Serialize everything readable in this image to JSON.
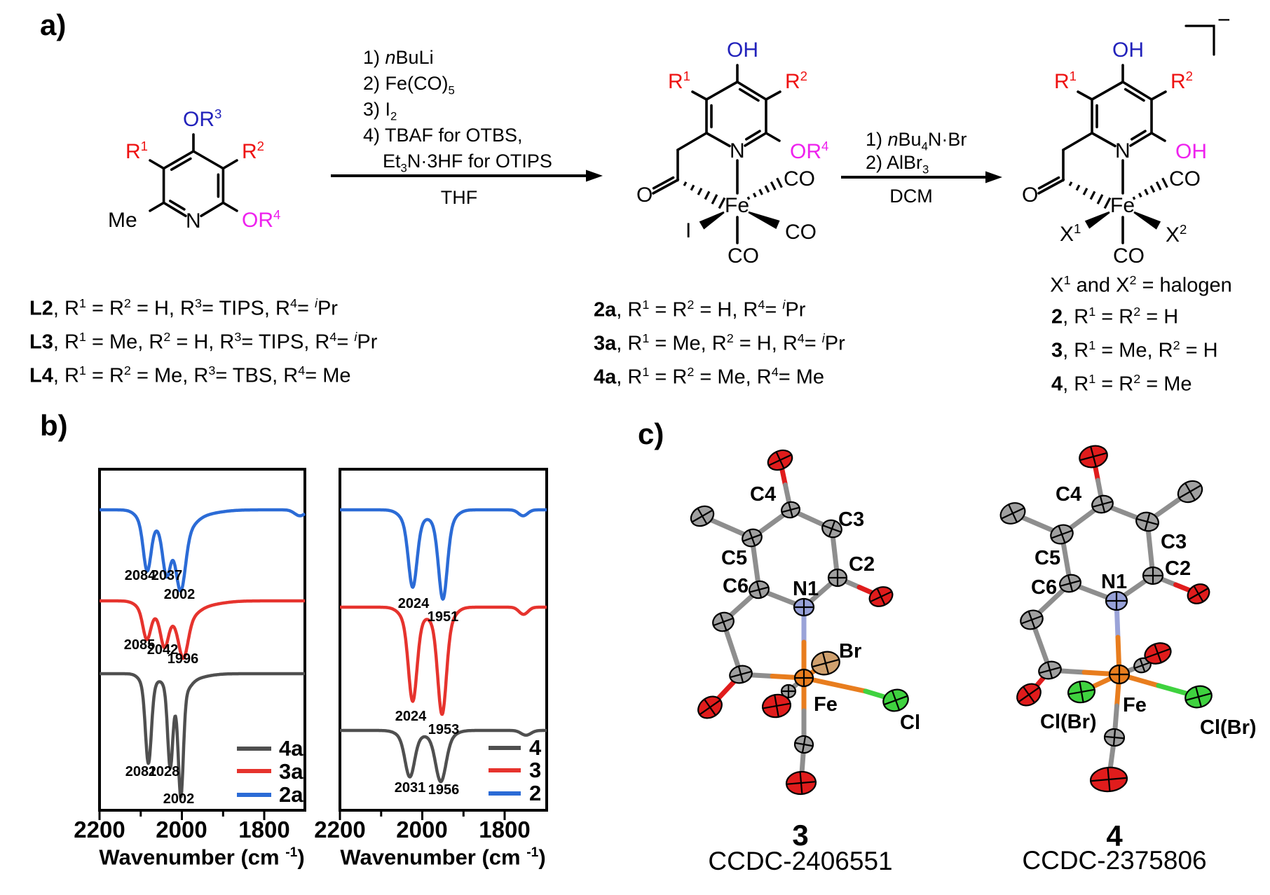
{
  "figure": {
    "panel_a_label": "a)",
    "panel_b_label": "b)",
    "panel_c_label": "c)"
  },
  "colors": {
    "blue_label": "#2222bb",
    "red_label": "#ee1111",
    "magenta_label": "#ee22ee",
    "black": "#000000",
    "atom_c": "#a0a0a0",
    "atom_n": "#97a1d8",
    "atom_o": "#e01c1c",
    "atom_fe": "#e87d1e",
    "atom_br": "#cfa06e",
    "atom_cl": "#3fd23f"
  },
  "scheme": {
    "reactant": {
      "or3": "OR<sup>3</sup>",
      "r1": "R<sup>1</sup>",
      "r2": "R<sup>2</sup>",
      "me": "Me",
      "n": "N",
      "or4": "OR<sup>4</sup>"
    },
    "step1": {
      "conditions": [
        "1) <i>n</i>BuLi",
        "2) Fe(CO)<sub>5</sub>",
        "3) I<sub>2</sub>",
        "4) TBAF for OTBS,",
        "Et<sub>3</sub>N·3HF for OTIPS"
      ],
      "solvent": "THF"
    },
    "intermediate": {
      "oh": "OH",
      "r1": "R<sup>1</sup>",
      "r2": "R<sup>2</sup>",
      "or4": "OR<sup>4</sup>",
      "n": "N",
      "fe": "Fe",
      "o": "O",
      "i": "I",
      "co_top": "CO",
      "co_right": "CO",
      "co_bottom": "CO"
    },
    "step2": {
      "conditions": [
        "1) <i>n</i>Bu<sub>4</sub>N·Br",
        "2) AlBr<sub>3</sub>"
      ],
      "solvent": "DCM"
    },
    "product": {
      "oh_top": "OH",
      "r1": "R<sup>1</sup>",
      "r2": "R<sup>2</sup>",
      "oh_right": "OH",
      "n": "N",
      "fe": "Fe",
      "o": "O",
      "x1": "X<sup>1</sup>",
      "x2": "X<sup>2</sup>",
      "co_top": "CO",
      "co_bottom": "CO",
      "charge": "−"
    },
    "ligand_defs": [
      "<b>L2</b>, R<sup>1</sup> = R<sup>2</sup> = H, R<sup>3</sup>= TIPS, R<sup>4</sup>= <sup><i>i</i></sup>Pr",
      "<b>L3</b>, R<sup>1</sup> = Me, R<sup>2</sup> = H, R<sup>3</sup>= TIPS, R<sup>4</sup>= <sup><i>i</i></sup>Pr",
      "<b>L4</b>, R<sup>1</sup> = R<sup>2</sup> = Me, R<sup>3</sup>= TBS, R<sup>4</sup>= Me"
    ],
    "intermediate_defs": [
      "<b>2a</b>, R<sup>1</sup> = R<sup>2</sup> = H, R<sup>4</sup>= <sup><i>i</i></sup>Pr",
      "<b>3a</b>, R<sup>1</sup> = Me, R<sup>2</sup> = H, R<sup>4</sup>= <sup><i>i</i></sup>Pr",
      "<b>4a</b>, R<sup>1</sup> = R<sup>2</sup> = Me, R<sup>4</sup>= Me"
    ],
    "product_defs_title": "X<sup>1</sup> and X<sup>2</sup> = halogen",
    "product_defs": [
      "<b>2</b>, R<sup>1</sup> = R<sup>2</sup> = H",
      "<b>3</b>, R<sup>1</sup> = Me, R<sup>2</sup> = H",
      "<b>4</b>, R<sup>1</sup> = R<sup>2</sup> = Me"
    ]
  },
  "chart_data": [
    {
      "type": "line",
      "xlabel_html": "Wavenumber (cm <sup>-1</sup>)",
      "xlim": [
        2200,
        1700
      ],
      "x_ticks": [
        "2200",
        "2000",
        "1800"
      ],
      "x_tick_values": [
        2200,
        2000,
        1800
      ],
      "x_minor_ticks": [
        2100,
        1900
      ],
      "grid": false,
      "legend_position": "bottom-right",
      "series": [
        {
          "name": "2a",
          "color": "#2b6bd6",
          "peaks": [
            {
              "x": 2084,
              "label": "2084",
              "depth": 0.37,
              "sigma": 9
            },
            {
              "x": 2037,
              "label": "2037",
              "depth": 0.33,
              "sigma": 9
            },
            {
              "x": 2002,
              "label": "2002",
              "depth": 0.44,
              "sigma": 11
            }
          ],
          "shoulders": [
            {
              "x": 2084,
              "depth": 0.13,
              "sigma": 20
            },
            {
              "x": 2037,
              "depth": 0.13,
              "sigma": 20
            },
            {
              "x": 2002,
              "depth": 0.17,
              "sigma": 26
            },
            {
              "x": 1975,
              "depth": 0.05,
              "sigma": 50
            },
            {
              "x": 1712,
              "depth": 0.05,
              "sigma": 13
            }
          ]
        },
        {
          "name": "3a",
          "color": "#e6332d",
          "peaks": [
            {
              "x": 2085,
              "label": "2085",
              "depth": 0.22,
              "sigma": 9
            },
            {
              "x": 2042,
              "label": "2042",
              "depth": 0.23,
              "sigma": 9
            },
            {
              "x": 1996,
              "label": "1996",
              "depth": 0.3,
              "sigma": 11
            }
          ],
          "shoulders": [
            {
              "x": 2085,
              "depth": 0.09,
              "sigma": 20
            },
            {
              "x": 2042,
              "depth": 0.11,
              "sigma": 20
            },
            {
              "x": 1996,
              "depth": 0.13,
              "sigma": 26
            },
            {
              "x": 1970,
              "depth": 0.05,
              "sigma": 50
            }
          ]
        },
        {
          "name": "4a",
          "color": "#4f4f4f",
          "peaks": [
            {
              "x": 2081,
              "label": "2081",
              "depth": 0.62,
              "sigma": 7
            },
            {
              "x": 2028,
              "label": "2028",
              "depth": 0.6,
              "sigma": 6
            },
            {
              "x": 2002,
              "label": "2002",
              "depth": 0.83,
              "sigma": 6
            }
          ],
          "shoulders": [
            {
              "x": 2081,
              "depth": 0.13,
              "sigma": 16
            },
            {
              "x": 2028,
              "depth": 0.11,
              "sigma": 14
            },
            {
              "x": 2002,
              "depth": 0.14,
              "sigma": 18
            },
            {
              "x": 1990,
              "depth": 0.05,
              "sigma": 40
            }
          ]
        }
      ]
    },
    {
      "type": "line",
      "xlabel_html": "Wavenumber (cm <sup>-1</sup>)",
      "xlim": [
        2200,
        1700
      ],
      "x_ticks": [
        "2200",
        "2000",
        "1800"
      ],
      "x_tick_values": [
        2200,
        2000,
        1800
      ],
      "x_minor_ticks": [
        2100,
        1900
      ],
      "grid": false,
      "legend_position": "bottom-right",
      "series": [
        {
          "name": "2",
          "color": "#2b6bd6",
          "peaks": [
            {
              "x": 2024,
              "label": "2024",
              "depth": 0.5,
              "sigma": 10
            },
            {
              "x": 1951,
              "label": "1951",
              "depth": 0.58,
              "sigma": 10
            }
          ],
          "shoulders": [
            {
              "x": 2024,
              "depth": 0.15,
              "sigma": 22
            },
            {
              "x": 1951,
              "depth": 0.17,
              "sigma": 22
            },
            {
              "x": 1757,
              "depth": 0.05,
              "sigma": 11
            }
          ]
        },
        {
          "name": "3",
          "color": "#e6332d",
          "peaks": [
            {
              "x": 2024,
              "label": "2024",
              "depth": 0.62,
              "sigma": 10
            },
            {
              "x": 1953,
              "label": "1953",
              "depth": 0.7,
              "sigma": 10
            }
          ],
          "shoulders": [
            {
              "x": 2024,
              "depth": 0.17,
              "sigma": 22
            },
            {
              "x": 1953,
              "depth": 0.2,
              "sigma": 22
            },
            {
              "x": 1756,
              "depth": 0.06,
              "sigma": 11
            }
          ]
        },
        {
          "name": "4",
          "color": "#4f4f4f",
          "peaks": [
            {
              "x": 2031,
              "label": "2031",
              "depth": 0.3,
              "sigma": 11
            },
            {
              "x": 1956,
              "label": "1956",
              "depth": 0.33,
              "sigma": 12
            }
          ],
          "shoulders": [
            {
              "x": 2031,
              "depth": 0.09,
              "sigma": 22
            },
            {
              "x": 1956,
              "depth": 0.1,
              "sigma": 24
            },
            {
              "x": 1750,
              "depth": 0.04,
              "sigma": 12
            }
          ]
        }
      ]
    }
  ],
  "crystal": {
    "left": {
      "labels": {
        "c4": "C4",
        "c3": "C3",
        "c2": "C2",
        "c5": "C5",
        "c6": "C6",
        "n1": "N1",
        "br": "Br",
        "fe": "Fe",
        "cl": "Cl"
      },
      "id": "3",
      "ccdc": "CCDC-2406551"
    },
    "right": {
      "labels": {
        "c4": "C4",
        "c3": "C3",
        "c2": "C2",
        "c5": "C5",
        "c6": "C6",
        "n1": "N1",
        "fe": "Fe",
        "cl_left": "Cl(Br)",
        "cl_right": "Cl(Br)"
      },
      "id": "4",
      "ccdc": "CCDC-2375806"
    }
  }
}
